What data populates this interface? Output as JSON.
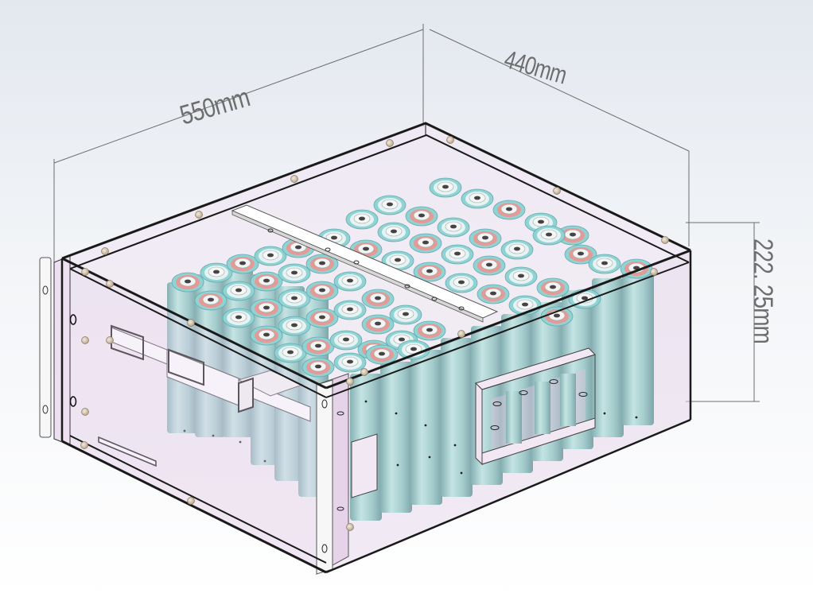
{
  "drawing": {
    "subject": "19-inch rack battery enclosure with cylindrical cell array",
    "dimensions": {
      "width": {
        "value": "550",
        "unit": "mm",
        "label": "550mm"
      },
      "depth": {
        "value": "440",
        "unit": "mm",
        "label": "440mm"
      },
      "height": {
        "value": "222.25",
        "unit": "mm",
        "label": "222. 25mm"
      }
    },
    "colors": {
      "background_top": "#e3e8ef",
      "background_bottom": "#ffffff",
      "enclosure_glass": "#e9dcee",
      "frame_edge": "#1a1a1a",
      "cell_body": "#a9cfd0",
      "cell_top_ring": "#8fd3d4",
      "cell_pink_insulator": "#e59a96",
      "cell_cap": "#f4f4f4",
      "dimension_line": "#6e6e6e",
      "screw": "#d9c9b3"
    }
  }
}
